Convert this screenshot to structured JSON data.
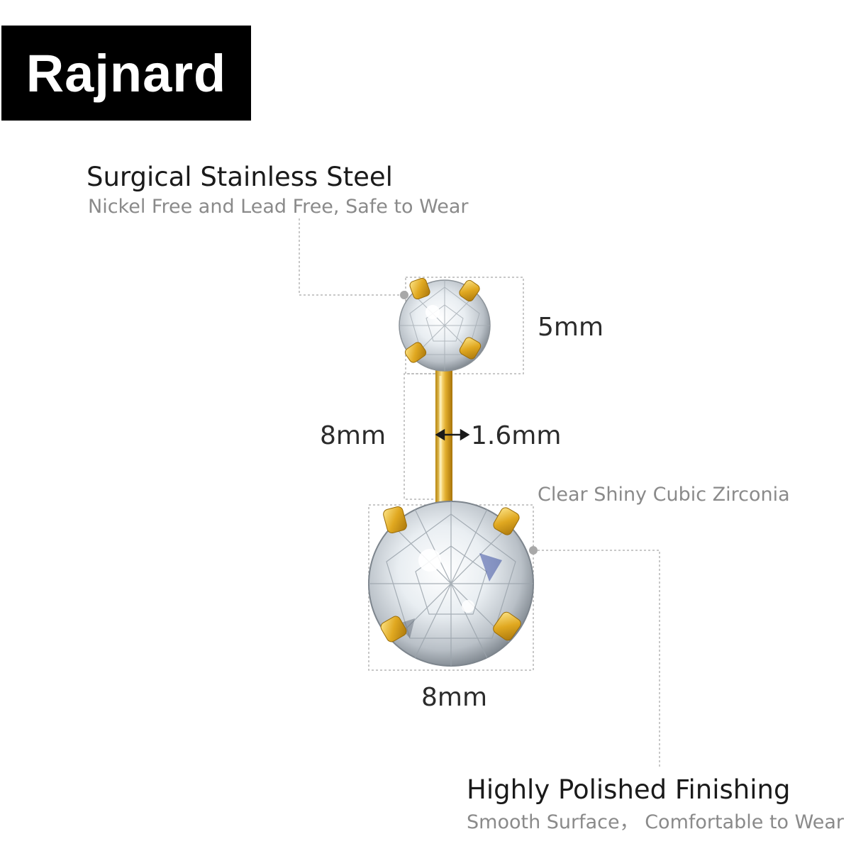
{
  "brand": {
    "name": "Rajnard"
  },
  "features": {
    "material_title": "Surgical Stainless Steel",
    "material_sub": "Nickel Free and Lead Free, Safe to Wear",
    "finish_title": "Highly Polished Finishing",
    "finish_sub": "Smooth Surface， Comfortable to Wear",
    "stone_note": "Clear Shiny Cubic Zirconia"
  },
  "dimensions": {
    "top_ball": "5mm",
    "bar_length": "8mm",
    "bar_gauge": "1.6mm",
    "bottom_ball": "8mm"
  },
  "colors": {
    "gold": "#d9a520",
    "gold_light": "#f7dc74",
    "guide_line": "#b5b5b5",
    "dot": "#a8a8a8"
  }
}
